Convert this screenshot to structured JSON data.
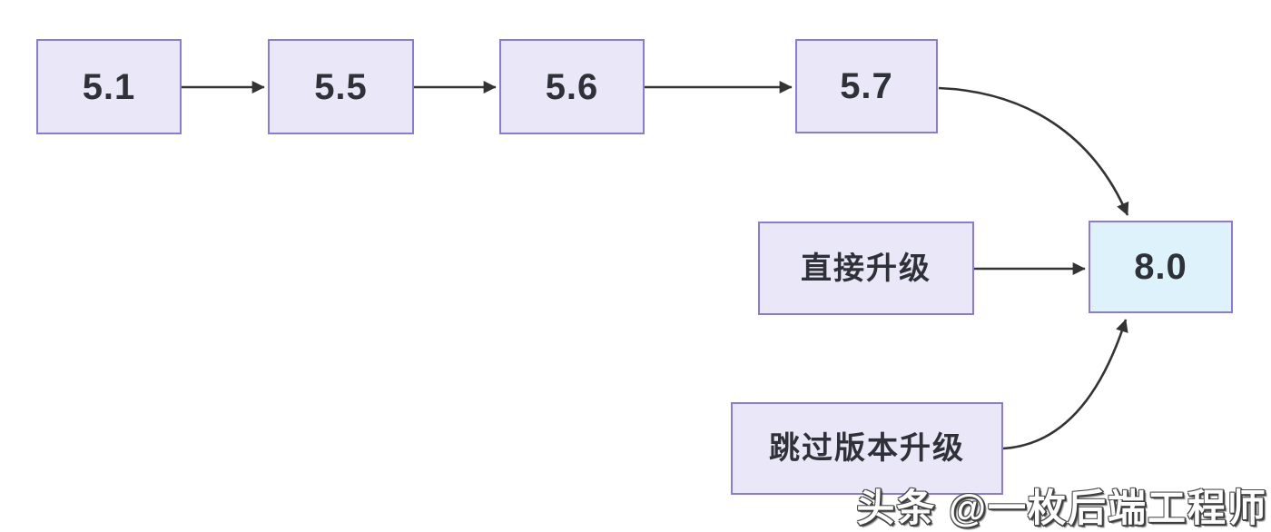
{
  "diagram": {
    "type": "flowchart",
    "topic": "version upgrade paths to 8.0",
    "nodes": {
      "v51": {
        "label": "5.1"
      },
      "v55": {
        "label": "5.5"
      },
      "v56": {
        "label": "5.6"
      },
      "v57": {
        "label": "5.7"
      },
      "direct": {
        "label": "直接升级"
      },
      "v80": {
        "label": "8.0"
      },
      "skip": {
        "label": "跳过版本升级"
      }
    },
    "edges": [
      {
        "from": "5.1",
        "to": "5.5",
        "style": "straight-arrow"
      },
      {
        "from": "5.5",
        "to": "5.6",
        "style": "straight-arrow"
      },
      {
        "from": "5.6",
        "to": "5.7",
        "style": "straight-arrow"
      },
      {
        "from": "5.7",
        "to": "8.0",
        "style": "curved-arrow"
      },
      {
        "from": "直接升级",
        "to": "8.0",
        "style": "straight-arrow"
      },
      {
        "from": "跳过版本升级",
        "to": "8.0",
        "style": "curved-arrow"
      }
    ]
  },
  "watermark": {
    "text": "头条 @一枚后端工程师"
  },
  "colors": {
    "node_fill": "#eae8f8",
    "node_border": "#8d7bce",
    "highlight_fill": "#def2fb",
    "arrow": "#333333",
    "text": "#2f3138",
    "background": "#ffffff"
  }
}
